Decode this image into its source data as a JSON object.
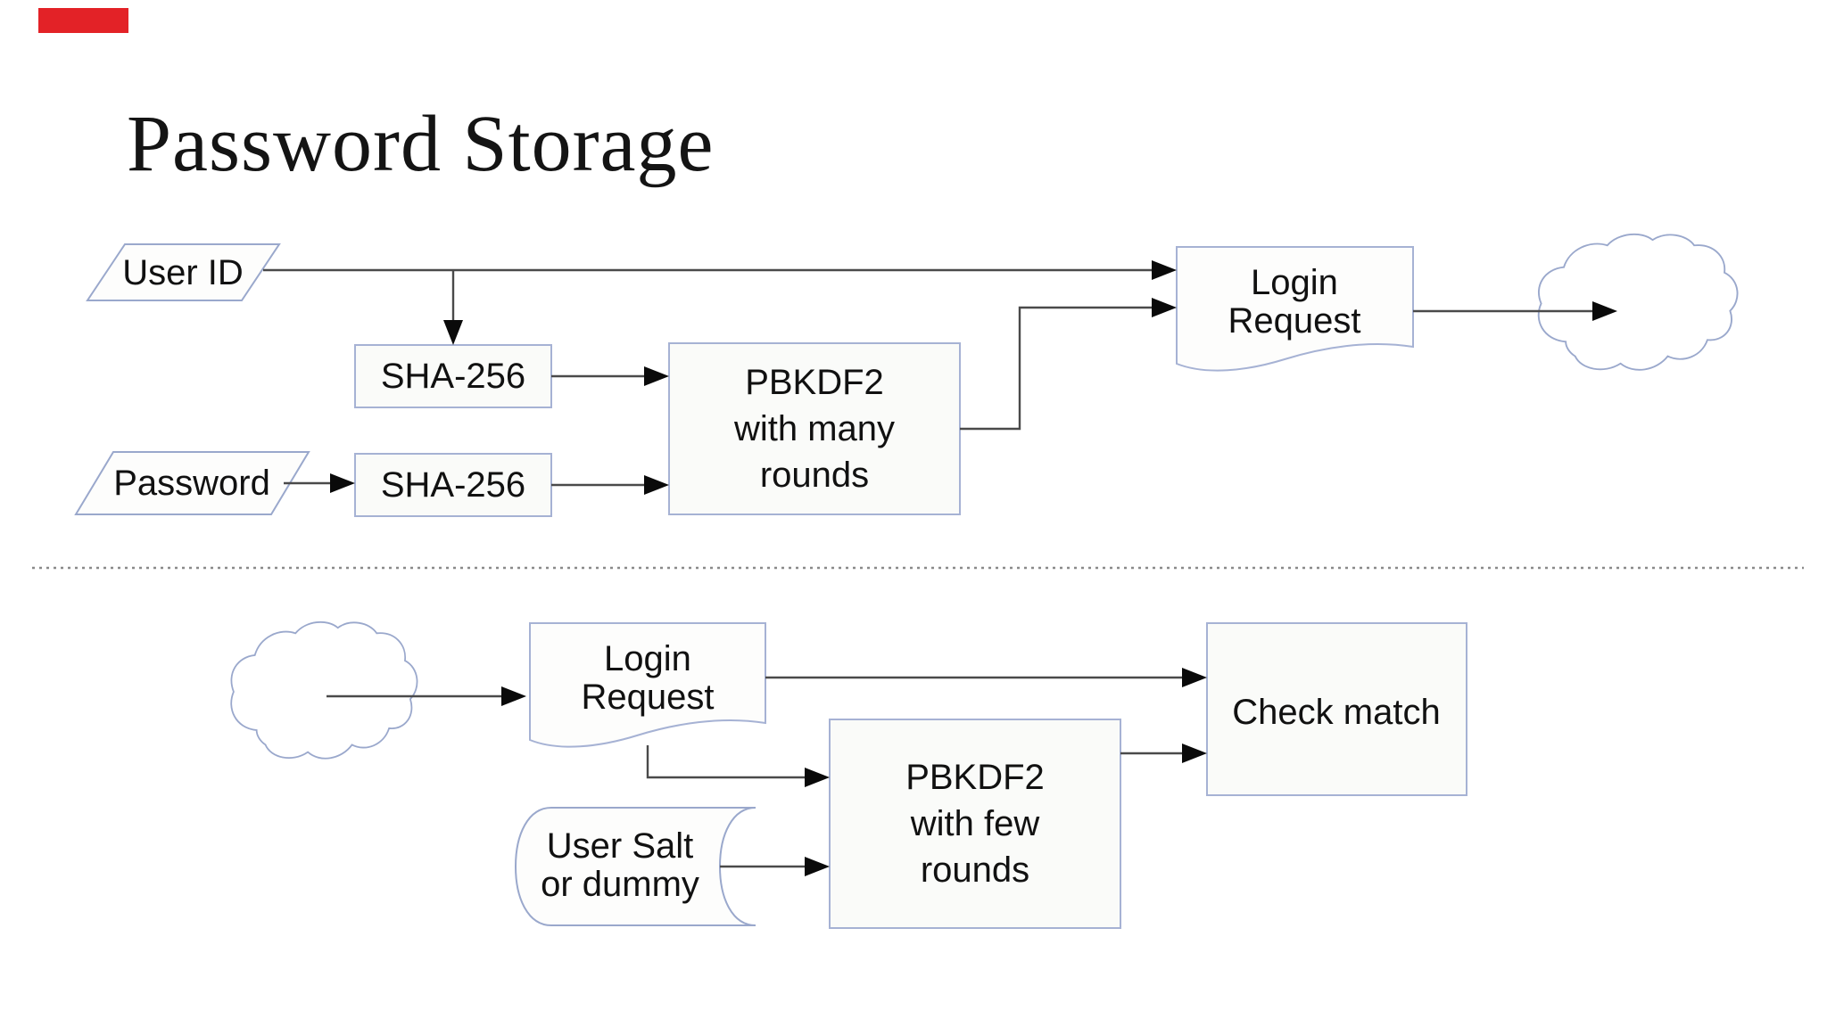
{
  "title": "Password Storage",
  "colors": {
    "node_border": "#a6b2d4",
    "node_fill": "#fafbf9",
    "connector": "#4a4a4a",
    "arrowhead": "#0a0a0a",
    "divider": "#8a8a8a",
    "redaction_marker": "#e32227",
    "text": "#111111"
  },
  "top_flow": {
    "user_id": {
      "label": "User ID"
    },
    "sha256_a": {
      "label": "SHA-256"
    },
    "password": {
      "label": "Password"
    },
    "sha256_b": {
      "label": "SHA-256"
    },
    "pbkdf2_many": {
      "line1": "PBKDF2",
      "line2": "with many",
      "line3": "rounds"
    },
    "login_request": {
      "line1": "Login",
      "line2": "Request"
    },
    "cloud": {
      "name": "network-cloud"
    }
  },
  "bottom_flow": {
    "cloud": {
      "name": "network-cloud"
    },
    "login_request": {
      "line1": "Login",
      "line2": "Request"
    },
    "pbkdf2_few": {
      "line1": "PBKDF2",
      "line2": "with few",
      "line3": "rounds"
    },
    "user_salt": {
      "line1": "User Salt",
      "line2": "or dummy"
    },
    "check_match": {
      "label": "Check match"
    }
  }
}
